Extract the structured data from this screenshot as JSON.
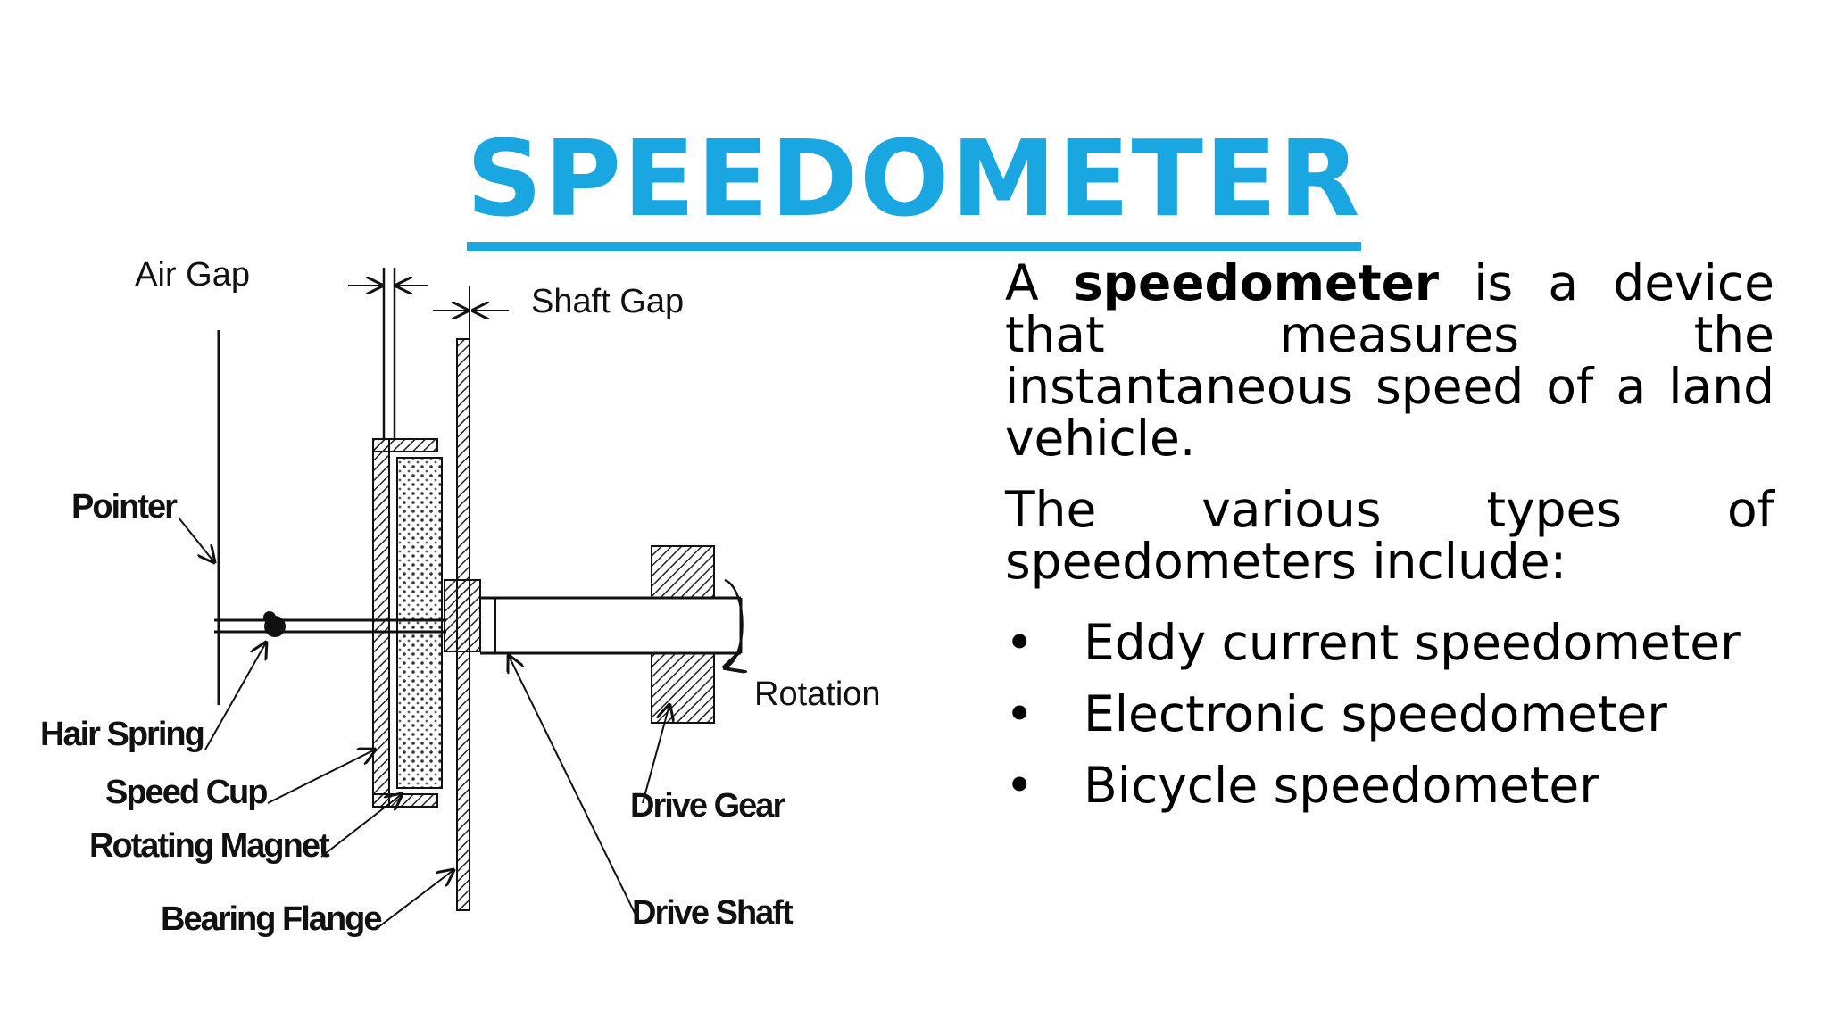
{
  "title": "SPEEDOMETER",
  "description": {
    "p1_start": "A ",
    "p1_bold": "speedometer",
    "p1_rest": " is a device that measures the instantaneous speed of a land vehicle.",
    "p2": "The various types of speedometers include:"
  },
  "types": [
    {
      "bullet": "•",
      "label": "Eddy current speedometer"
    },
    {
      "bullet": "•",
      "label": "Electronic speedometer"
    },
    {
      "bullet": "•",
      "label": "Bicycle speedometer"
    }
  ],
  "diagram_labels": {
    "air_gap": "Air Gap",
    "shaft_gap": "Shaft Gap",
    "pointer": "Pointer",
    "hair_spring": "Hair Spring",
    "speed_cup": "Speed Cup",
    "rotating_magnet": "Rotating Magnet",
    "bearing_flange": "Bearing Flange",
    "rotation": "Rotation",
    "drive_gear": "Drive Gear",
    "drive_shaft": "Drive Shaft"
  },
  "colors": {
    "accent": "#1aa6e0"
  }
}
